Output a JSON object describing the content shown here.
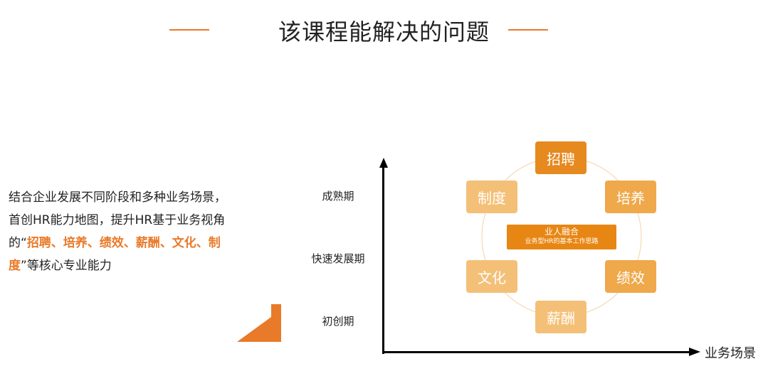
{
  "title": "该课程能解决的问题",
  "description": {
    "part1": "结合企业发展不同阶段和多种业务场景，首创HR能力地图，提升HR基于业务视角的",
    "open_quote": "“",
    "highlight": "招聘、培养、绩效、薪酬、文化、制度",
    "close_quote": "”",
    "part2": "等核心专业能力"
  },
  "diagram": {
    "x_axis_label": "业务场景",
    "stages": [
      "成熟期",
      "快速发展期",
      "初创期"
    ],
    "center_title": "业人融合",
    "center_subtitle": "业务型HR的基本工作思路",
    "nodes": [
      "招聘",
      "培养",
      "绩效",
      "薪酬",
      "文化",
      "制度"
    ]
  },
  "colors": {
    "accent": "#e97a2a",
    "node_dark": "#e6891f",
    "node_mid": "#efa84a",
    "node_light": "#f4c077",
    "center_box": "#e88613"
  }
}
